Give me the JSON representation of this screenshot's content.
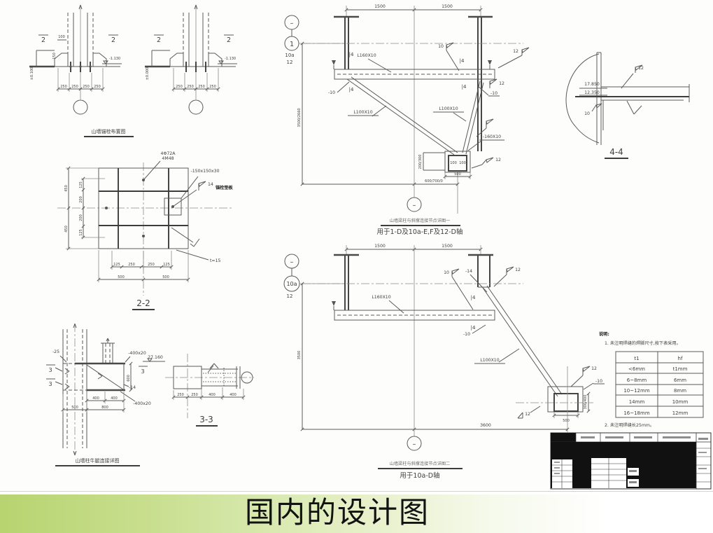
{
  "slide": {
    "title": "国内的设计图"
  },
  "anchor1": {
    "section": "2",
    "dim100": "100",
    "dim150": "150",
    "elev_left": "±0.100",
    "elev": "-1.130",
    "bots": [
      "250",
      "250",
      "250",
      "250"
    ]
  },
  "anchor2": {
    "section": "2",
    "elev_left": "±0.000",
    "elev": "-1.130",
    "bots": [
      "250",
      "250",
      "250",
      "250"
    ]
  },
  "anchor_caption": "山墙锚栓布置图",
  "s22": {
    "title": "2-2",
    "bolt_line1": "4Φ72A",
    "bolt_line2": "4M48",
    "plate": "-150x150x30",
    "weld": "14",
    "washer": "锚栓垫板",
    "thk": "t=15",
    "bot_in": [
      "125",
      "250",
      "250",
      "125"
    ],
    "bot_out": [
      "500",
      "500"
    ],
    "left_in": [
      "125",
      "200",
      "200",
      "125"
    ],
    "left_out": [
      "450",
      "450"
    ]
  },
  "bracket": {
    "sec": "3",
    "p25": "-25",
    "top_plate": "-400x20",
    "elev": "27.160",
    "h600": "600",
    "p14": "-14",
    "bot_plate": "-400x20",
    "w400": "400",
    "w800": "800",
    "w500": "500",
    "caption": "山墙柱牛腿连接详图"
  },
  "s33": {
    "title": "3-3",
    "dims": [
      "250",
      "250",
      "400",
      "400"
    ]
  },
  "j1": {
    "bubble_top": "–",
    "bubble_axis": "1",
    "axis_a": "10a",
    "axis_b": "12",
    "span": "1500",
    "height": "3500/2660",
    "beam": "L160X10",
    "weld4": "|4",
    "f10": "10",
    "f12": "12",
    "p10": "-10",
    "brace": "L100X10",
    "plate": "-160X10",
    "n100": "100",
    "nside": "200/300",
    "d500": "500",
    "dvar": "600/700/0",
    "bubble_bottom": "–",
    "cap1": "山墙梁柱与斜撑连接节点详图一",
    "cap2": "用于1-D及10a-E,F及12-D轴"
  },
  "s44": {
    "title": "4-4",
    "elev1": "17.850",
    "elev2": "12.350",
    "f12": "12",
    "f10": "10"
  },
  "j2": {
    "bubble_top": "–",
    "bubble_axis": "10a",
    "axis_b": "12",
    "span": "1500",
    "height": "3500",
    "beam": "L160X10",
    "weld4": "|4",
    "f10": "10",
    "p14": "-14",
    "p10": "-10",
    "f12": "12",
    "brace": "L100X10",
    "d500": "500",
    "nside": "300/400",
    "d3600": "3600",
    "bubble_bottom": "–",
    "cap1": "山墙梁柱与斜撑连接节点详图二",
    "cap2": "用于10a-D轴"
  },
  "notes": {
    "head": "说明:",
    "n1": "1. 未注明焊缝的焊脚尺寸,按下表采用。",
    "n2": "2. 未注明焊缝长25mm。",
    "table": {
      "h": [
        "t1",
        "hf"
      ],
      "rows": [
        [
          "<6mm",
          "t1mm"
        ],
        [
          "6~8mm",
          "6mm"
        ],
        [
          "10~12mm",
          "8mm"
        ],
        [
          "14mm",
          "10mm"
        ],
        [
          "16~18mm",
          "12mm"
        ]
      ]
    }
  }
}
